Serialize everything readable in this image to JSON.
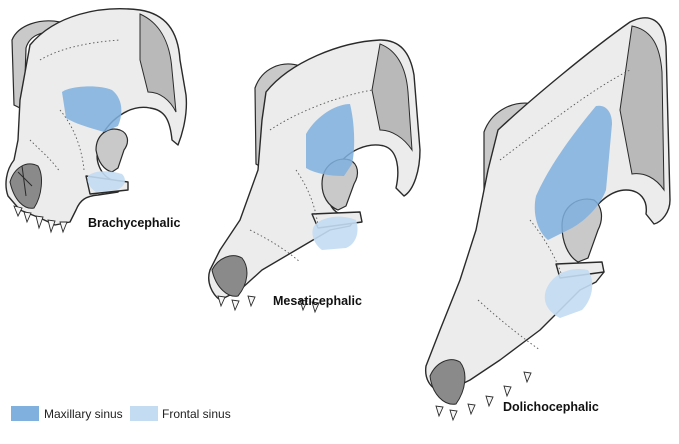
{
  "labels": {
    "brachycephalic": "Brachycephalic",
    "mesaticephalic": "Mesaticephalic",
    "dolichocephalic": "Dolichocephalic"
  },
  "legend": {
    "maxillary": {
      "label": "Maxillary sinus",
      "color": "#7fb0de"
    },
    "frontal": {
      "label": "Frontal sinus",
      "color": "#c3dcf2"
    }
  }
}
